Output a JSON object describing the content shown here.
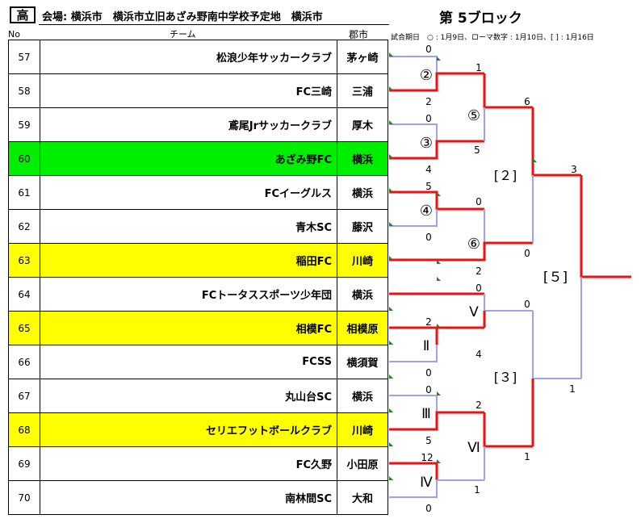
{
  "header": {
    "box": "高",
    "venue": "会場: 横浜市　横浜市立旧あざみ野南中学校予定地　横浜市",
    "block": "第 5ブロック",
    "legend": "試合期日　○ : 1月9日、ローマ数字 : 1月10日、[ ] : 1月16日"
  },
  "columns": {
    "no": "No",
    "team": "チーム",
    "city": "郡市"
  },
  "teams": [
    {
      "no": "57",
      "name": "松浪少年サッカークラブ",
      "city": "茅ヶ崎",
      "hl": ""
    },
    {
      "no": "58",
      "name": "FC三崎",
      "city": "三浦",
      "hl": ""
    },
    {
      "no": "59",
      "name": "鳶尾Jrサッカークラブ",
      "city": "厚木",
      "hl": ""
    },
    {
      "no": "60",
      "name": "あざみ野FC",
      "city": "横浜",
      "hl": "green"
    },
    {
      "no": "61",
      "name": "FCイーグルス",
      "city": "横浜",
      "hl": ""
    },
    {
      "no": "62",
      "name": "青木SC",
      "city": "藤沢",
      "hl": ""
    },
    {
      "no": "63",
      "name": "稲田FC",
      "city": "川崎",
      "hl": "yellow"
    },
    {
      "no": "64",
      "name": "FCトータススポーツ少年団",
      "city": "横浜",
      "hl": ""
    },
    {
      "no": "65",
      "name": "相模FC",
      "city": "相模原",
      "hl": "yellow"
    },
    {
      "no": "66",
      "name": "FCSS",
      "city": "横須賀",
      "hl": ""
    },
    {
      "no": "67",
      "name": "丸山台SC",
      "city": "横浜",
      "hl": ""
    },
    {
      "no": "68",
      "name": "セリエフットボールクラブ",
      "city": "川崎",
      "hl": "yellow"
    },
    {
      "no": "69",
      "name": "FC久野",
      "city": "小田原",
      "hl": ""
    },
    {
      "no": "70",
      "name": "南林間SC",
      "city": "大和",
      "hl": ""
    }
  ],
  "bracket": {
    "match_labels": {
      "m2": "②",
      "m3": "③",
      "m4": "④",
      "m5": "⑤",
      "m6": "⑥",
      "r5": "Ⅴ",
      "r2": "Ⅱ",
      "r3": "Ⅲ",
      "r6": "Ⅵ",
      "r4": "Ⅳ",
      "b2": "[２]",
      "b3": "[３]",
      "b5": "[５]"
    },
    "scores": {
      "s57": "0",
      "s58": "2",
      "s59": "0",
      "s60": "4",
      "s61": "5",
      "s62": "0",
      "s_m2": "1",
      "s_m3": "5",
      "s_m4": "0",
      "s_m6": "2",
      "s_m5": "6",
      "s_b2": "0",
      "s64": "0",
      "s65": "2",
      "s66": "0",
      "s67": "0",
      "s68": "5",
      "s69": "12",
      "s70": "0",
      "s_r2": "4",
      "s_r5": "0",
      "s_r3": "2",
      "s_r4": "1",
      "s_r6": "1",
      "s_b3": "1",
      "s_top": "3"
    },
    "colors": {
      "win": "#ee1111",
      "lose": "#a0a0ee"
    }
  }
}
